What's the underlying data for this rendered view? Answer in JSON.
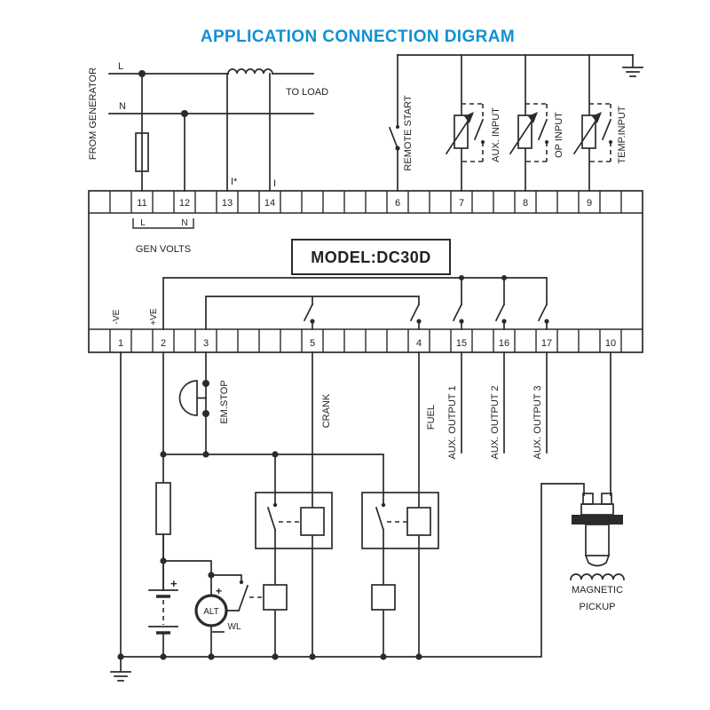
{
  "title": {
    "text": "APPLICATION CONNECTION DIGRAM",
    "color": "#1191d4"
  },
  "generator": {
    "from_label": "FROM GENERATOR",
    "line_l": "L",
    "line_n": "N",
    "to_load": "TO LOAD",
    "ct_terminal_1": "I*",
    "ct_terminal_2": "I"
  },
  "inputs": {
    "remote_start": "REMOTE START",
    "aux_input": "AUX. INPUT",
    "op_input": "OP INPUT",
    "temp_input": "TEMP.INPUT"
  },
  "controller": {
    "model": "MODEL:DC30D",
    "gen_volts": "GEN VOLTS",
    "bracket_l": "L",
    "bracket_n": "N",
    "neg_ve": "-VE",
    "pos_ve": "+VE",
    "top_terminals": [
      "11",
      "12",
      "13",
      "14",
      "6",
      "7",
      "8",
      "9"
    ],
    "bottom_terminals": [
      "1",
      "2",
      "3",
      "5",
      "4",
      "15",
      "16",
      "17",
      "10"
    ]
  },
  "outputs": {
    "em_stop": "EM.STOP",
    "crank": "CRANK",
    "fuel": "FUEL",
    "aux_output_1": "AUX. OUTPUT 1",
    "aux_output_2": "AUX. OUTPUT 2",
    "aux_output_3": "AUX. OUTPUT 3"
  },
  "battery": {
    "plus": "+"
  },
  "alternator": {
    "label": "ALT",
    "plus": "+",
    "wl": "WL"
  },
  "pickup": {
    "line1": "MAGNETIC",
    "line2": "PICKUP"
  }
}
